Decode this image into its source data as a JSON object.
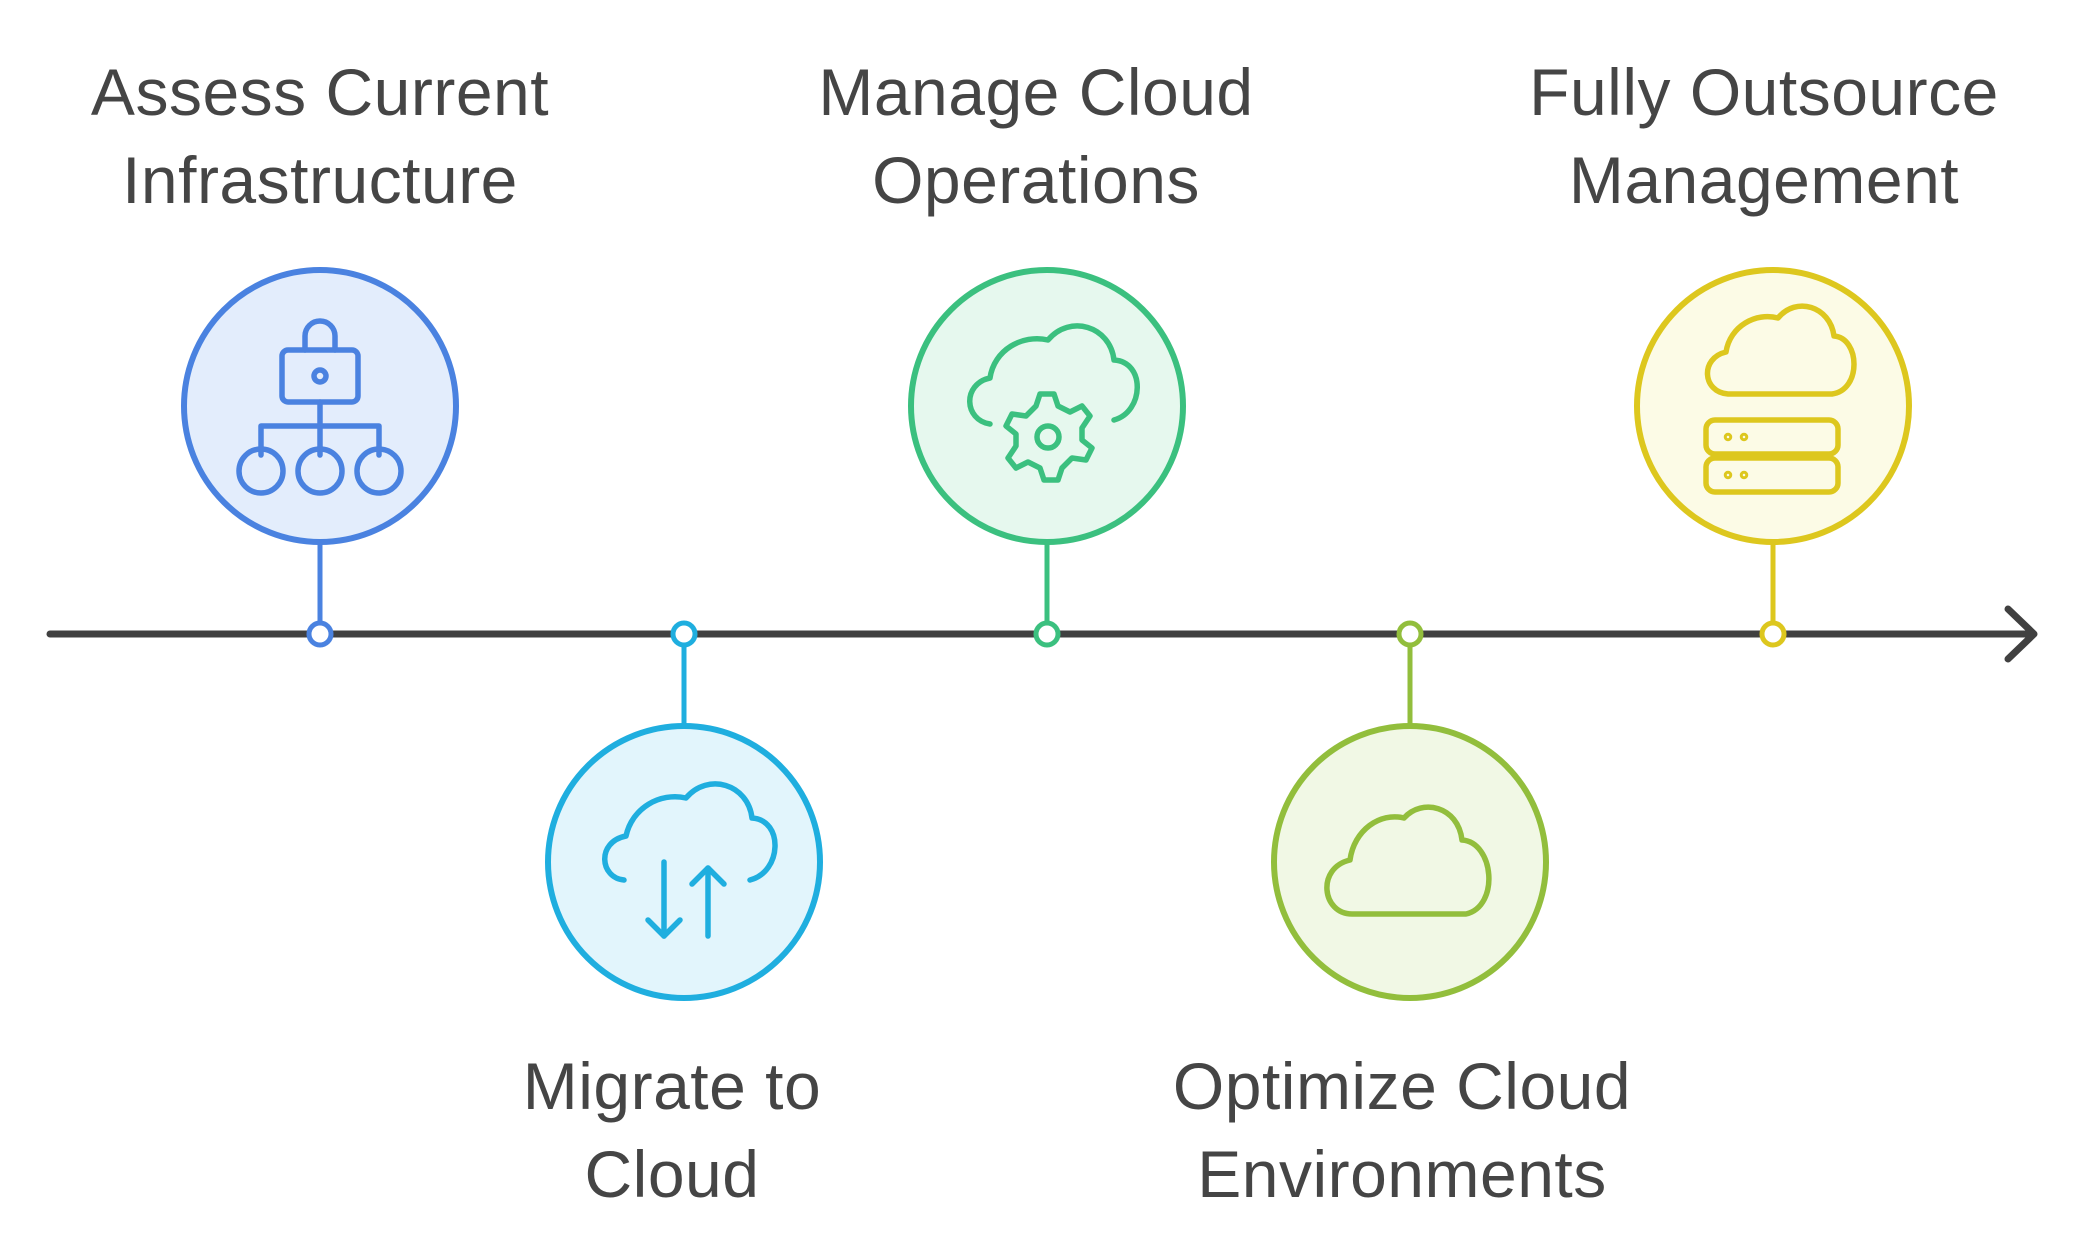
{
  "steps": [
    {
      "key": "assess",
      "line1": "Assess Current",
      "line2": "Infrastructure",
      "color": "#4A82E0",
      "fill": "#E3EDFC",
      "icon": "network-lock-icon",
      "side": "top"
    },
    {
      "key": "migrate",
      "line1": "Migrate to",
      "line2": "Cloud",
      "color": "#1FAEDF",
      "fill": "#E2F5FC",
      "icon": "cloud-transfer-icon",
      "side": "bottom"
    },
    {
      "key": "manage",
      "line1": "Manage Cloud",
      "line2": "Operations",
      "color": "#3BC07F",
      "fill": "#E6F8EE",
      "icon": "cloud-gear-icon",
      "side": "top"
    },
    {
      "key": "optimize",
      "line1": "Optimize Cloud",
      "line2": "Environments",
      "color": "#92BE3C",
      "fill": "#F1F8E5",
      "icon": "cloud-icon",
      "side": "bottom"
    },
    {
      "key": "outsource",
      "line1": "Fully Outsource",
      "line2": "Management",
      "color": "#DDC71E",
      "fill": "#FCFBE6",
      "icon": "cloud-server-icon",
      "side": "top"
    }
  ],
  "axis_color": "#404040"
}
